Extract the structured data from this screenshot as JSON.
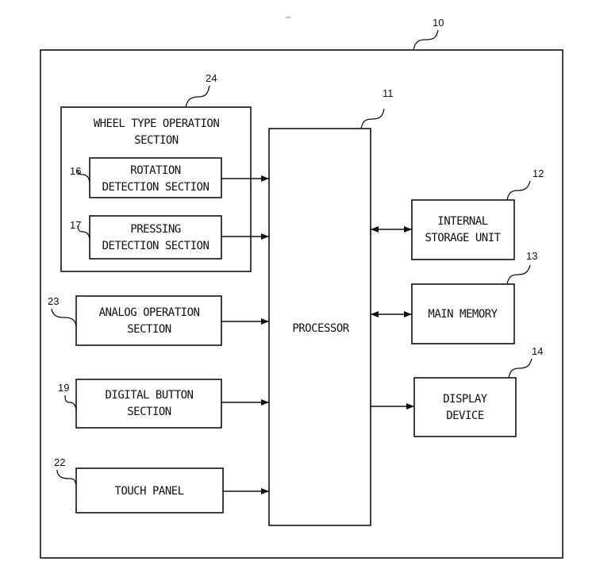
{
  "diagram": {
    "system": {
      "ref": "10"
    },
    "wheel_section": {
      "ref": "24",
      "label_lines": [
        "WHEEL TYPE OPERATION",
        "SECTION"
      ]
    },
    "rotation_detection": {
      "ref": "16",
      "label_lines": [
        "ROTATION",
        "DETECTION SECTION"
      ]
    },
    "pressing_detection": {
      "ref": "17",
      "label_lines": [
        "PRESSING",
        "DETECTION SECTION"
      ]
    },
    "analog_operation": {
      "ref": "23",
      "label_lines": [
        "ANALOG OPERATION",
        "SECTION"
      ]
    },
    "digital_button": {
      "ref": "19",
      "label_lines": [
        "DIGITAL BUTTON",
        "SECTION"
      ]
    },
    "touch_panel": {
      "ref": "22",
      "label_lines": [
        "TOUCH PANEL"
      ]
    },
    "processor": {
      "ref": "11",
      "label_lines": [
        "PROCESSOR"
      ]
    },
    "internal_storage": {
      "ref": "12",
      "label_lines": [
        "INTERNAL",
        "STORAGE UNIT"
      ]
    },
    "main_memory": {
      "ref": "13",
      "label_lines": [
        "MAIN MEMORY"
      ]
    },
    "display_device": {
      "ref": "14",
      "label_lines": [
        "DISPLAY",
        "DEVICE"
      ]
    },
    "connections": [
      {
        "from": "rotation_detection",
        "to": "processor",
        "direction": "one-way"
      },
      {
        "from": "pressing_detection",
        "to": "processor",
        "direction": "one-way"
      },
      {
        "from": "analog_operation",
        "to": "processor",
        "direction": "one-way"
      },
      {
        "from": "digital_button",
        "to": "processor",
        "direction": "one-way"
      },
      {
        "from": "touch_panel",
        "to": "processor",
        "direction": "one-way"
      },
      {
        "from": "processor",
        "to": "internal_storage",
        "direction": "two-way"
      },
      {
        "from": "processor",
        "to": "main_memory",
        "direction": "two-way"
      },
      {
        "from": "processor",
        "to": "display_device",
        "direction": "one-way"
      }
    ]
  }
}
